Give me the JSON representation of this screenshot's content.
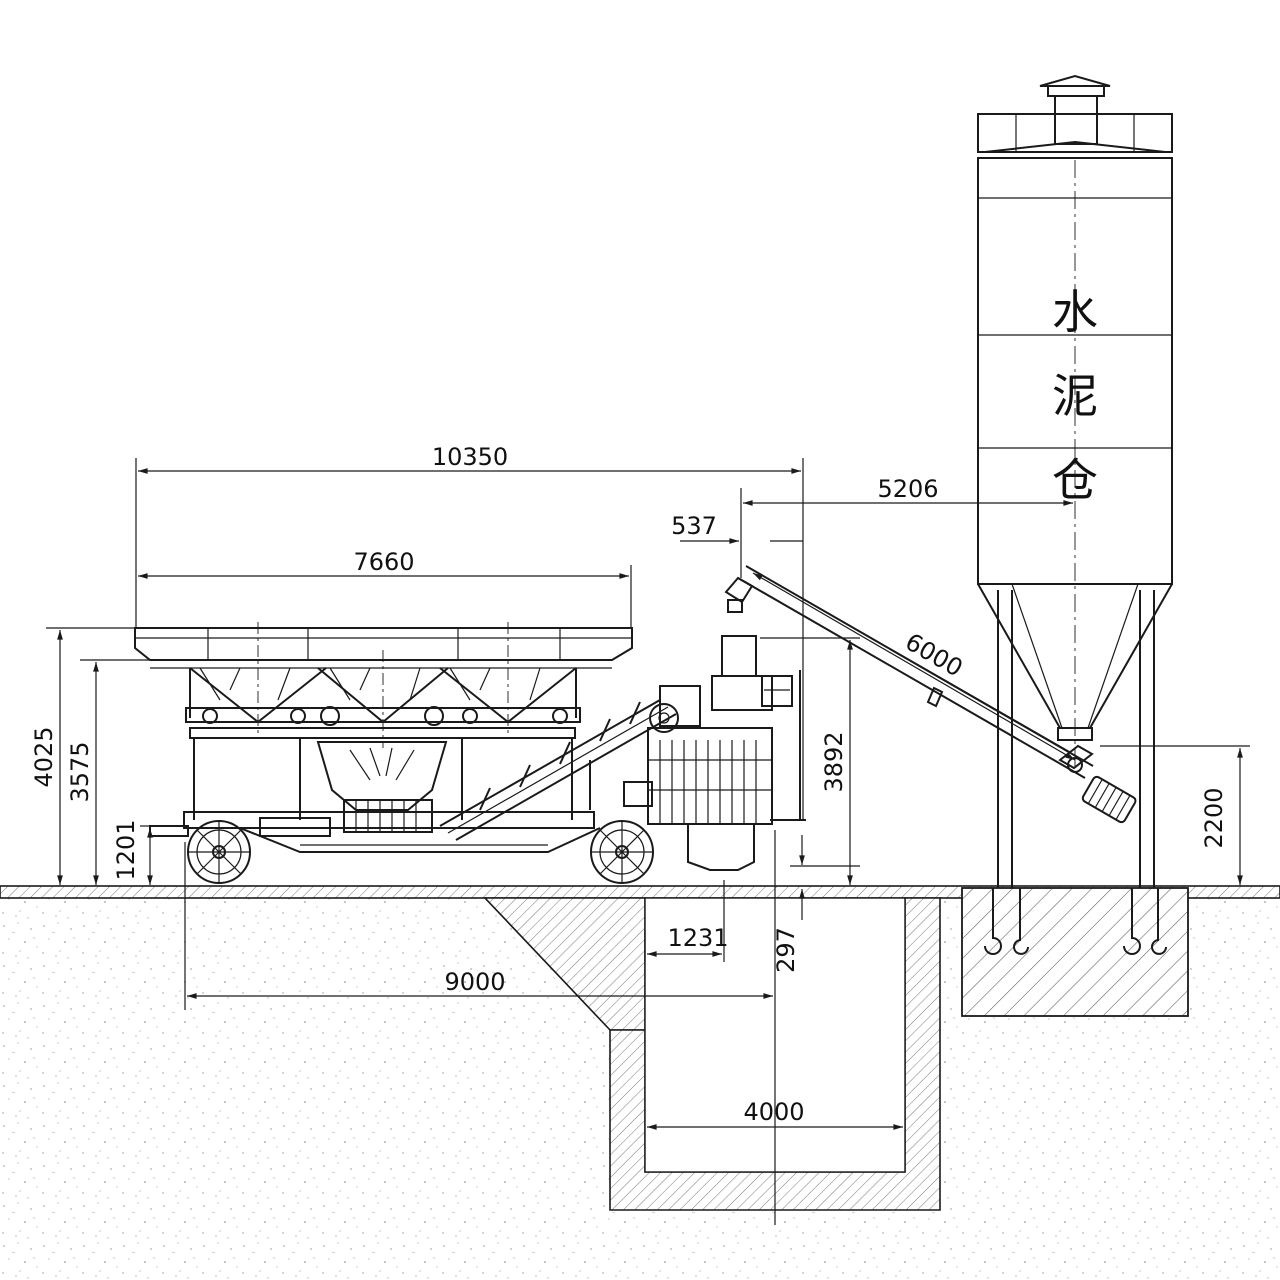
{
  "silo_label": [
    "水",
    "泥",
    "仓"
  ],
  "dimensions": {
    "d10350": "10350",
    "d7660": "7660",
    "d5206": "5206",
    "d537": "537",
    "d6000": "6000",
    "d4025": "4025",
    "d3575": "3575",
    "d1201": "1201",
    "d3892": "3892",
    "d2200": "2200",
    "d1231": "1231",
    "d297": "297",
    "d9000": "9000",
    "d4000": "4000"
  },
  "colors": {
    "line": "#1a1a1a",
    "soil_dot": "#b5b5b5",
    "background": "#ffffff"
  }
}
